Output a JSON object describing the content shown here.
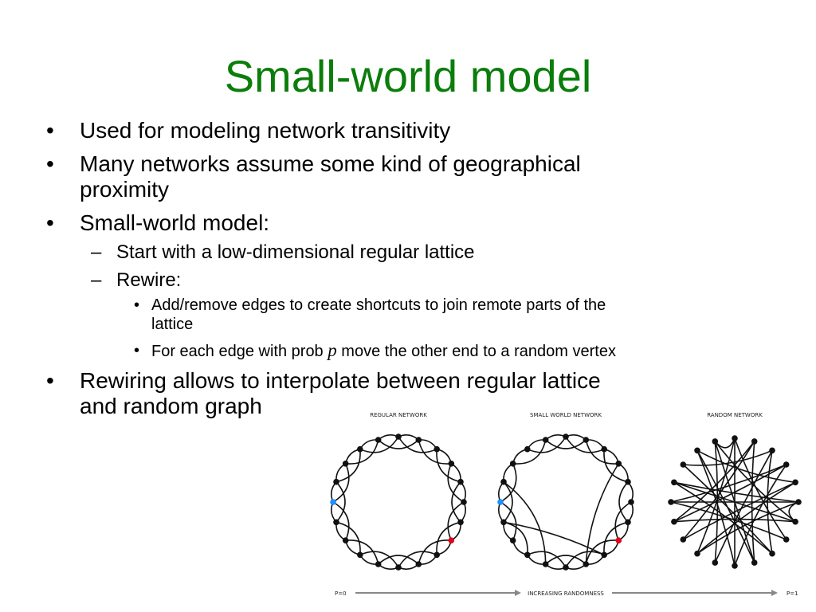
{
  "slide": {
    "title": "Small-world model",
    "bullets": {
      "b1": "Used for modeling network transitivity",
      "b2_line1": "Many networks assume some kind of geographical",
      "b2_line2": "proximity",
      "b3": "Small-world model:",
      "s1": "Start with a low-dimensional regular lattice",
      "s2": "Rewire:",
      "t1_line1": "Add/remove edges to create shortcuts to join remote parts of the",
      "t1_line2": "lattice",
      "t2_pre": "For each edge with prob ",
      "t2_var": "p",
      "t2_post": " move the other end to a random vertex",
      "b4_line1": "Rewiring allows to interpolate between regular lattice",
      "b4_line2": "and random graph"
    },
    "markers": {
      "bullet": "•",
      "dash": "–",
      "small_bullet": "•"
    }
  },
  "figure": {
    "labels": {
      "regular": "REGULAR NETWORK",
      "small_world": "SMALL WORLD NETWORK",
      "random": "RANDOM NETWORK"
    },
    "axis": {
      "left": "P=0",
      "middle": "INCREASING RANDOMNESS",
      "right": "P=1"
    },
    "colors": {
      "node": "#111111",
      "highlight_blue": "#1e90ff",
      "highlight_red": "#e3001b",
      "edge": "#111111",
      "arrow": "#888888"
    }
  }
}
